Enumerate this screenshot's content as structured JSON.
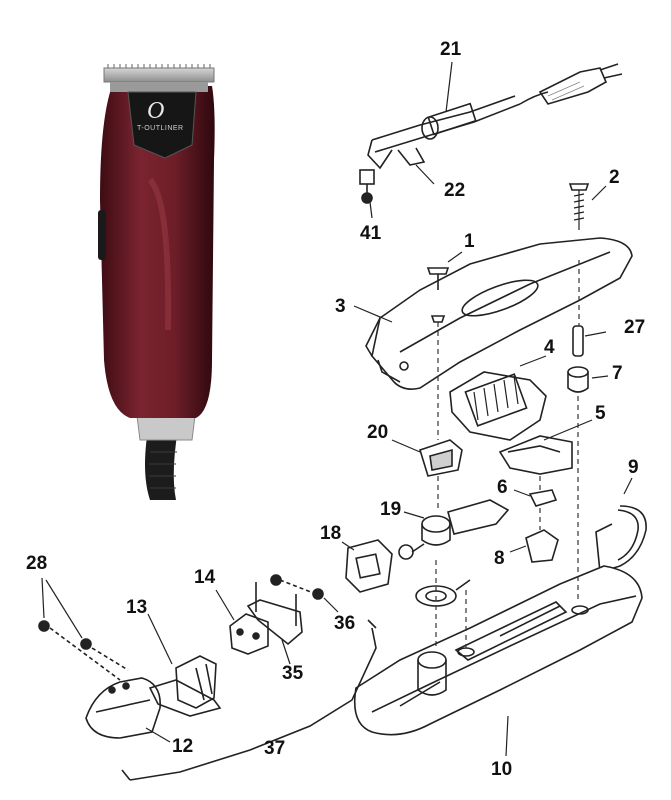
{
  "product_photo": {
    "logo_mark": "O",
    "model_text": "T-OUTLINER",
    "colors": {
      "body": "#6e1e28",
      "body_highlight": "#a84a55",
      "badge": "#161616",
      "blade": "#b5b5b5",
      "cord": "#1c1c1c"
    }
  },
  "diagram": {
    "line_color": "#222222",
    "callouts": {
      "c1": "1",
      "c2": "2",
      "c3": "3",
      "c4": "4",
      "c5": "5",
      "c6": "6",
      "c7": "7",
      "c8": "8",
      "c9": "9",
      "c10": "10",
      "c12": "12",
      "c13": "13",
      "c14": "14",
      "c18": "18",
      "c19": "19",
      "c20": "20",
      "c21": "21",
      "c22": "22",
      "c27": "27",
      "c28": "28",
      "c35": "35",
      "c36": "36",
      "c37": "37",
      "c41": "41"
    }
  }
}
